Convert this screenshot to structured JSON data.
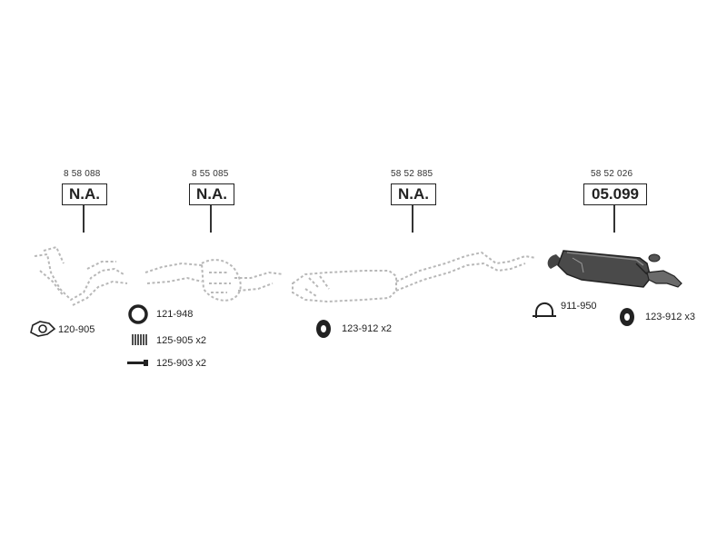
{
  "positions": [
    {
      "oe": "8 58 088",
      "code": "N.A."
    },
    {
      "oe": "8 55 085",
      "code": "N.A."
    },
    {
      "oe": "58 52 885",
      "code": "N.A."
    },
    {
      "oe": "58 52 026",
      "code": "05.099"
    }
  ],
  "accessories": [
    {
      "label": "120-905",
      "icon": "flange-gasket-icon"
    },
    {
      "label": "121-948",
      "icon": "seal-ring-icon"
    },
    {
      "label": "125-905 x2",
      "icon": "spring-icon"
    },
    {
      "label": "125-903 x2",
      "icon": "bolt-icon"
    },
    {
      "label": "123-912 x2",
      "icon": "rubber-hanger-icon"
    },
    {
      "label": "911-950",
      "icon": "u-clamp-icon"
    },
    {
      "label": "123-912 x3",
      "icon": "rubber-hanger-icon"
    }
  ]
}
